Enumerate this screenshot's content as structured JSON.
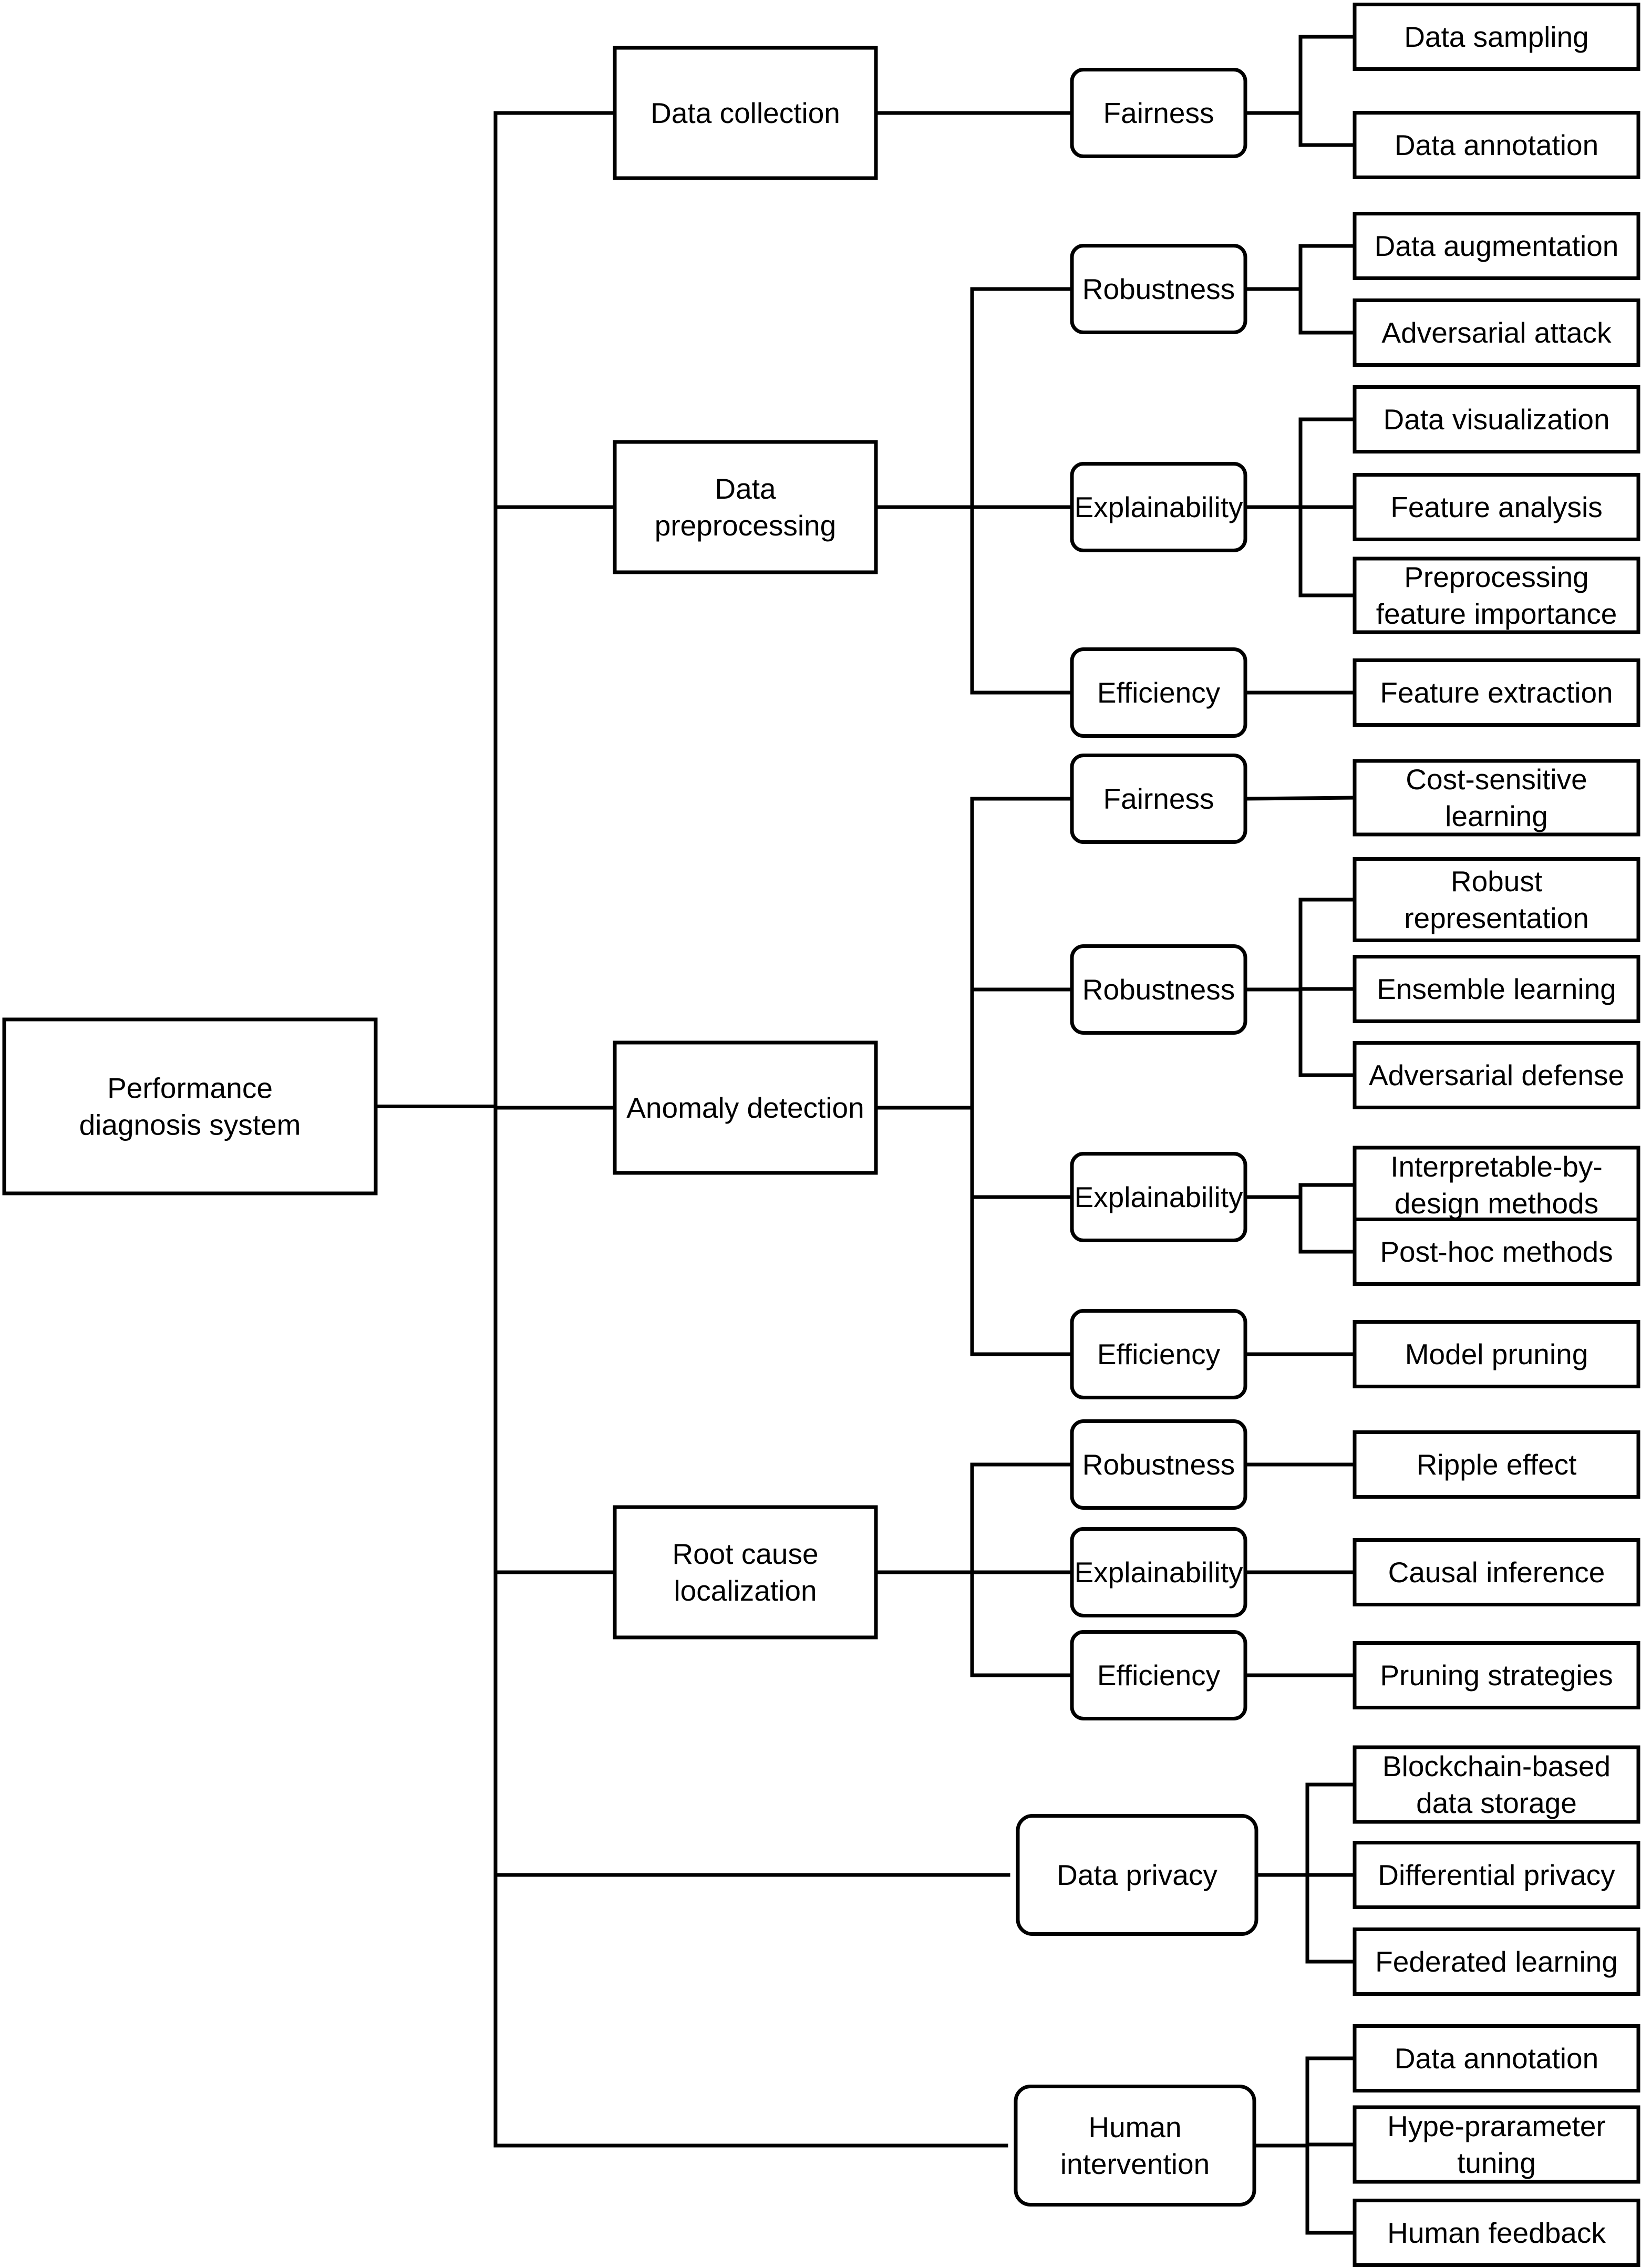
{
  "root": {
    "label": [
      "Performance",
      "diagnosis system"
    ]
  },
  "stages": [
    {
      "key": "data_collection",
      "label": [
        "Data collection"
      ]
    },
    {
      "key": "data_preprocessing",
      "label": [
        "Data",
        "preprocessing"
      ]
    },
    {
      "key": "anomaly_detection",
      "label": [
        "Anomaly detection"
      ]
    },
    {
      "key": "root_cause_localization",
      "label": [
        "Root cause",
        "localization"
      ]
    },
    {
      "key": "data_privacy",
      "label": [
        "Data privacy"
      ]
    },
    {
      "key": "human_intervention",
      "label": [
        "Human",
        "intervention"
      ]
    }
  ],
  "aspects": [
    {
      "key": "dc_fairness",
      "stage": "data_collection",
      "label": [
        "Fairness"
      ]
    },
    {
      "key": "dp_robustness",
      "stage": "data_preprocessing",
      "label": [
        "Robustness"
      ]
    },
    {
      "key": "dp_explainability",
      "stage": "data_preprocessing",
      "label": [
        "Explainability"
      ]
    },
    {
      "key": "dp_efficiency",
      "stage": "data_preprocessing",
      "label": [
        "Efficiency"
      ]
    },
    {
      "key": "ad_fairness",
      "stage": "anomaly_detection",
      "label": [
        "Fairness"
      ]
    },
    {
      "key": "ad_robustness",
      "stage": "anomaly_detection",
      "label": [
        "Robustness"
      ]
    },
    {
      "key": "ad_explainability",
      "stage": "anomaly_detection",
      "label": [
        "Explainability"
      ]
    },
    {
      "key": "ad_efficiency",
      "stage": "anomaly_detection",
      "label": [
        "Efficiency"
      ]
    },
    {
      "key": "rc_robustness",
      "stage": "root_cause_localization",
      "label": [
        "Robustness"
      ]
    },
    {
      "key": "rc_explainability",
      "stage": "root_cause_localization",
      "label": [
        "Explainability"
      ]
    },
    {
      "key": "rc_efficiency",
      "stage": "root_cause_localization",
      "label": [
        "Efficiency"
      ]
    }
  ],
  "leaves": [
    {
      "parent": "dc_fairness",
      "label": [
        "Data sampling"
      ]
    },
    {
      "parent": "dc_fairness",
      "label": [
        "Data annotation"
      ]
    },
    {
      "parent": "dp_robustness",
      "label": [
        "Data augmentation"
      ]
    },
    {
      "parent": "dp_robustness",
      "label": [
        "Adversarial attack"
      ]
    },
    {
      "parent": "dp_explainability",
      "label": [
        "Data visualization"
      ]
    },
    {
      "parent": "dp_explainability",
      "label": [
        "Feature analysis"
      ]
    },
    {
      "parent": "dp_explainability",
      "label": [
        "Preprocessing",
        "feature importance"
      ]
    },
    {
      "parent": "dp_efficiency",
      "label": [
        "Feature extraction"
      ]
    },
    {
      "parent": "ad_fairness",
      "label": [
        "Cost-sensitive",
        "learning"
      ]
    },
    {
      "parent": "ad_robustness",
      "label": [
        "Robust",
        "representation"
      ]
    },
    {
      "parent": "ad_robustness",
      "label": [
        "Ensemble learning"
      ]
    },
    {
      "parent": "ad_robustness",
      "label": [
        "Adversarial defense"
      ]
    },
    {
      "parent": "ad_explainability",
      "label": [
        "Interpretable-by-",
        "design methods"
      ]
    },
    {
      "parent": "ad_explainability",
      "label": [
        "Post-hoc methods"
      ]
    },
    {
      "parent": "ad_efficiency",
      "label": [
        "Model pruning"
      ]
    },
    {
      "parent": "rc_robustness",
      "label": [
        "Ripple effect"
      ]
    },
    {
      "parent": "rc_explainability",
      "label": [
        "Causal inference"
      ]
    },
    {
      "parent": "rc_efficiency",
      "label": [
        "Pruning strategies"
      ]
    },
    {
      "parent": "data_privacy",
      "label": [
        "Blockchain-based",
        "data storage"
      ]
    },
    {
      "parent": "data_privacy",
      "label": [
        "Differential privacy"
      ]
    },
    {
      "parent": "data_privacy",
      "label": [
        "Federated learning"
      ]
    },
    {
      "parent": "human_intervention",
      "label": [
        "Data annotation"
      ]
    },
    {
      "parent": "human_intervention",
      "label": [
        "Hype-prarameter",
        "tuning"
      ]
    },
    {
      "parent": "human_intervention",
      "label": [
        "Human feedback"
      ]
    }
  ]
}
